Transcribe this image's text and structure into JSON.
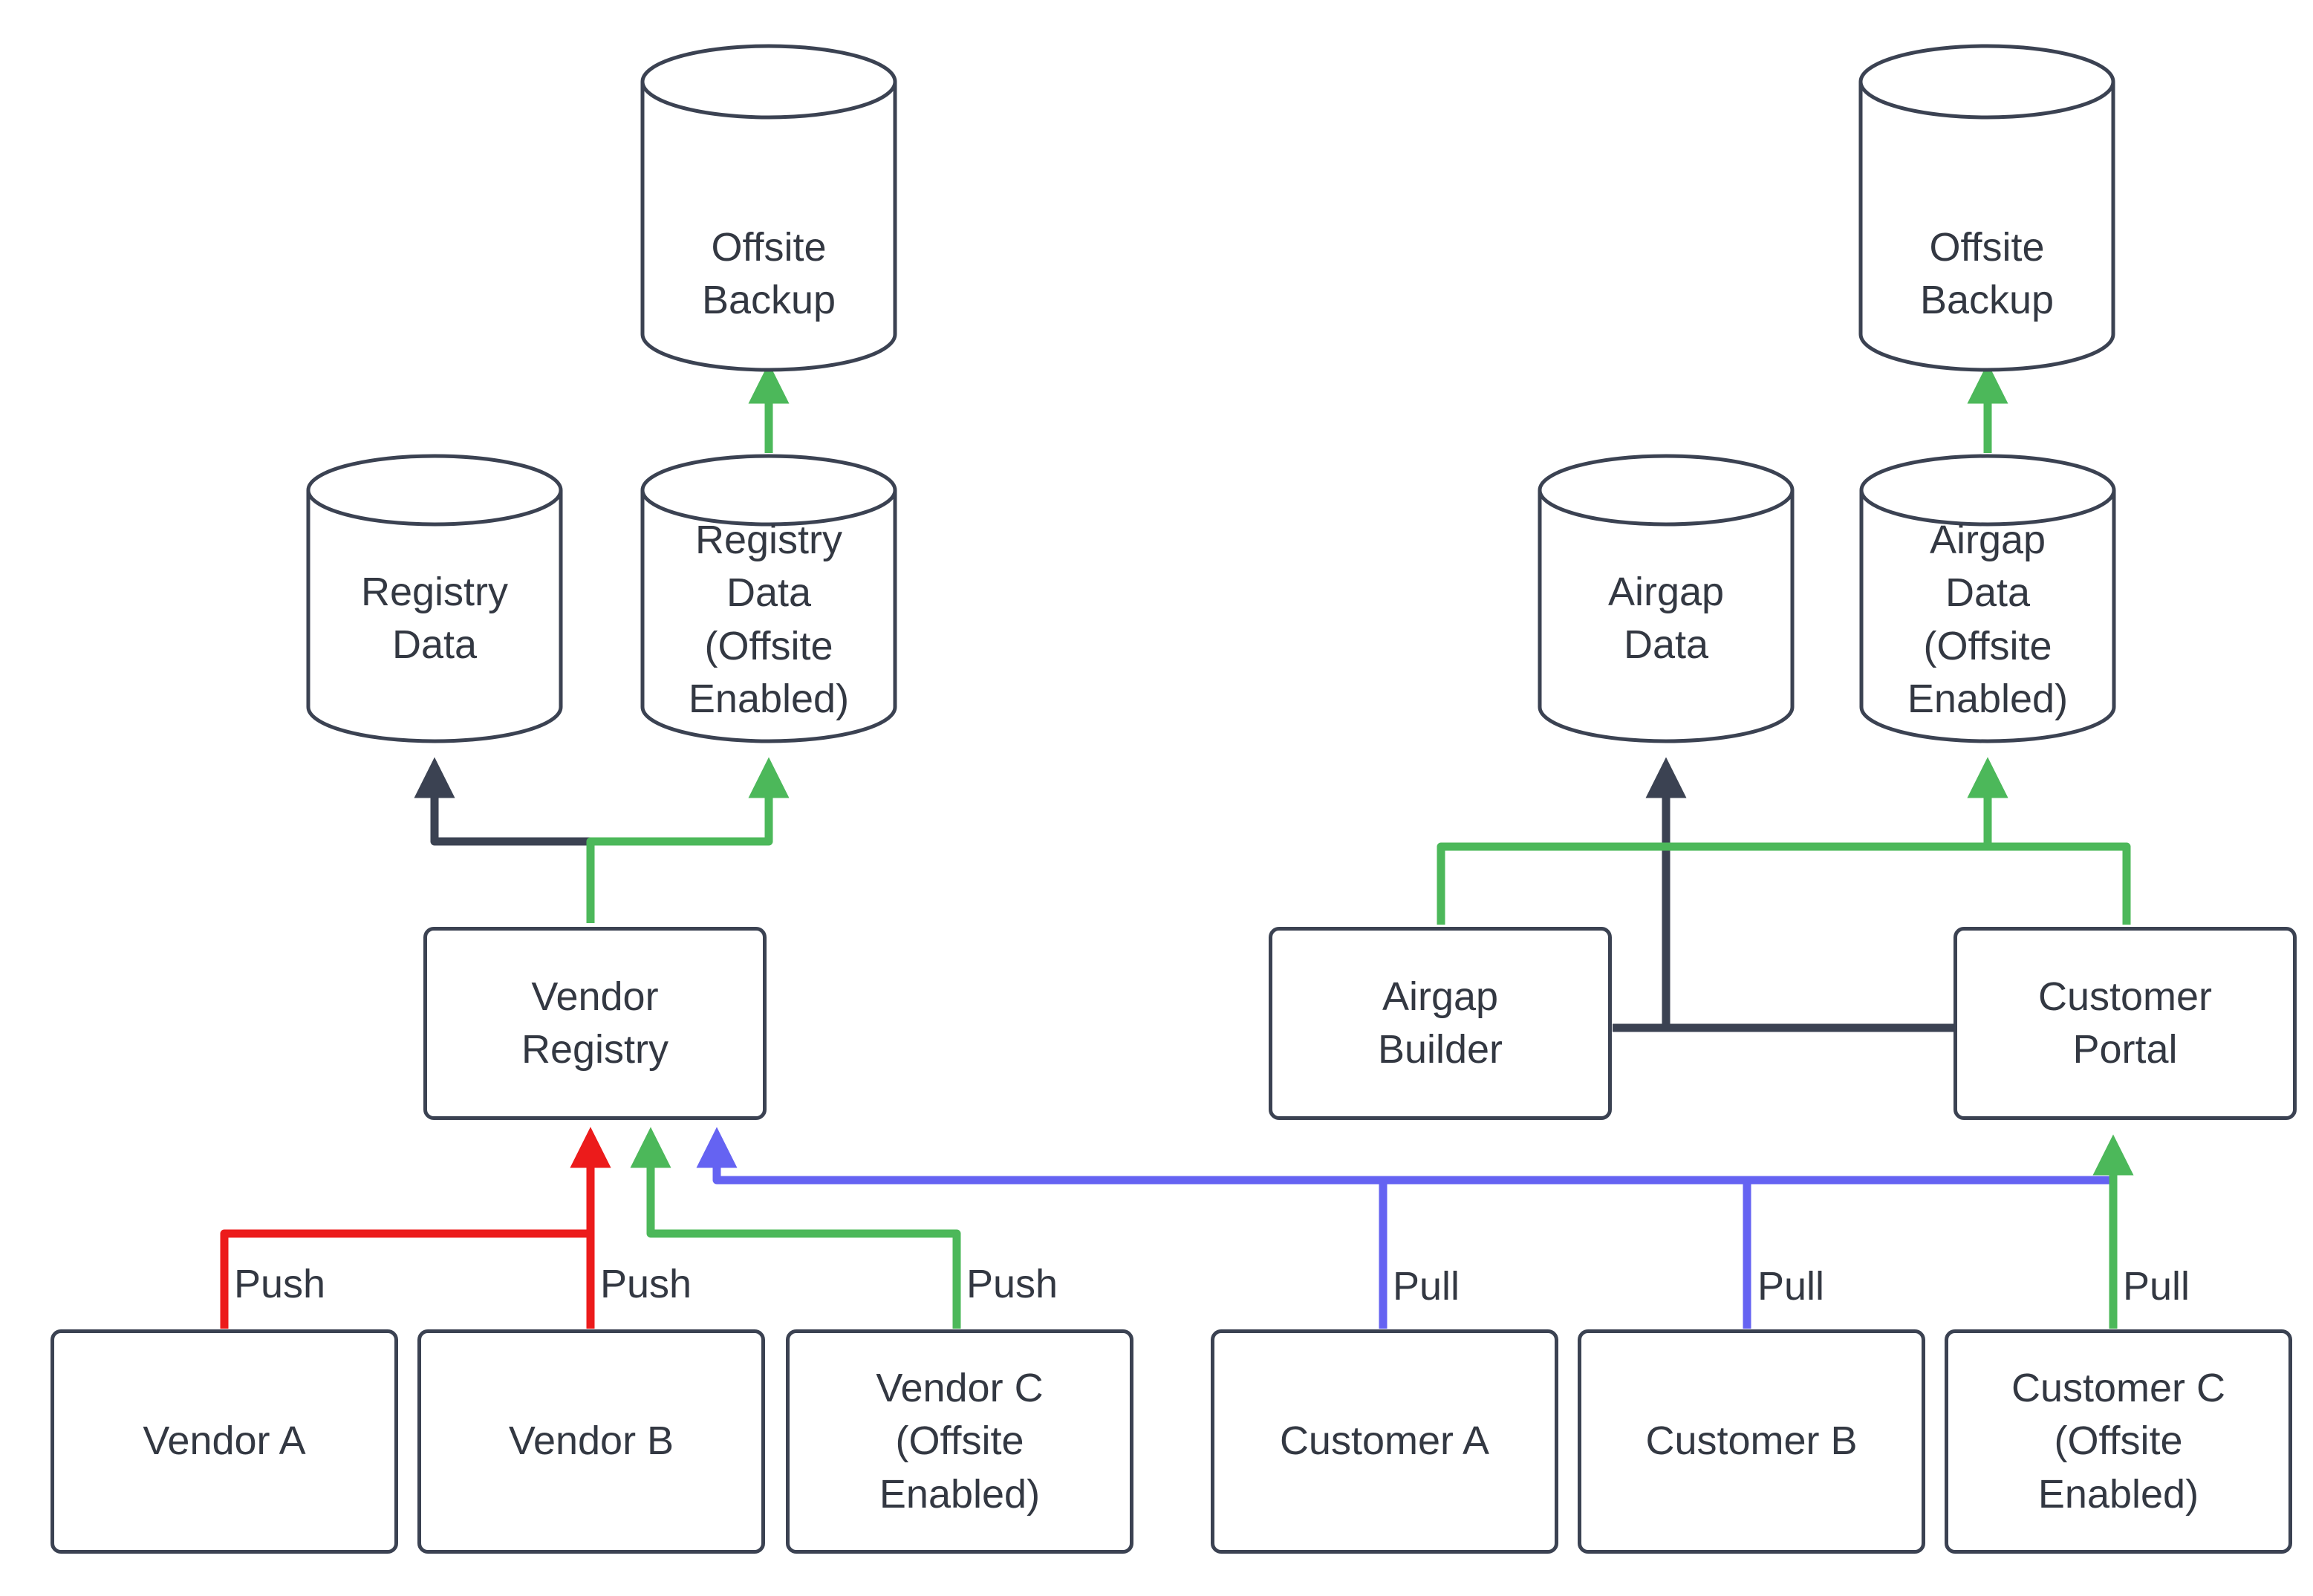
{
  "diagram": {
    "type": "flowchart",
    "direction": "bottom-to-top",
    "colors": {
      "node_stroke": "#3b4252",
      "node_fill": "#ffffff",
      "text": "#333842",
      "edge_default": "#3b4252",
      "edge_push_red": "#ec1b1b",
      "edge_offsite_green": "#4cb85a",
      "edge_pull_purple": "#6563f2",
      "background": "#ffffff"
    },
    "nodes": [
      {
        "id": "offsite-backup-left",
        "shape": "cylinder",
        "label": "Offsite\nBackup"
      },
      {
        "id": "offsite-backup-right",
        "shape": "cylinder",
        "label": "Offsite\nBackup"
      },
      {
        "id": "registry-data",
        "shape": "cylinder",
        "label": "Registry\nData"
      },
      {
        "id": "registry-data-offsite",
        "shape": "cylinder",
        "label": "Registry\nData\n(Offsite\nEnabled)"
      },
      {
        "id": "airgap-data",
        "shape": "cylinder",
        "label": "Airgap\nData"
      },
      {
        "id": "airgap-data-offsite",
        "shape": "cylinder",
        "label": "Airgap\nData\n(Offsite\nEnabled)"
      },
      {
        "id": "vendor-registry",
        "shape": "rect",
        "label": "Vendor\nRegistry"
      },
      {
        "id": "airgap-builder",
        "shape": "rect",
        "label": "Airgap\nBuilder"
      },
      {
        "id": "customer-portal",
        "shape": "rect",
        "label": "Customer\nPortal"
      },
      {
        "id": "vendor-a",
        "shape": "rect",
        "label": "Vendor A"
      },
      {
        "id": "vendor-b",
        "shape": "rect",
        "label": "Vendor B"
      },
      {
        "id": "vendor-c",
        "shape": "rect",
        "label": "Vendor C\n(Offsite\nEnabled)"
      },
      {
        "id": "customer-a",
        "shape": "rect",
        "label": "Customer A"
      },
      {
        "id": "customer-b",
        "shape": "rect",
        "label": "Customer B"
      },
      {
        "id": "customer-c",
        "shape": "rect",
        "label": "Customer C\n(Offsite\nEnabled)"
      }
    ],
    "edge_labels": [
      {
        "id": "push-vendor-a",
        "text": "Push"
      },
      {
        "id": "push-vendor-b",
        "text": "Push"
      },
      {
        "id": "push-vendor-c",
        "text": "Push"
      },
      {
        "id": "pull-customer-a",
        "text": "Pull"
      },
      {
        "id": "pull-customer-b",
        "text": "Pull"
      },
      {
        "id": "pull-customer-c",
        "text": "Pull"
      }
    ],
    "edges": [
      {
        "from": "registry-data-offsite",
        "to": "offsite-backup-left",
        "color": "#4cb85a",
        "label": ""
      },
      {
        "from": "airgap-data-offsite",
        "to": "offsite-backup-right",
        "color": "#4cb85a",
        "label": ""
      },
      {
        "from": "vendor-registry",
        "to": "registry-data",
        "color": "#3b4252",
        "label": ""
      },
      {
        "from": "vendor-registry",
        "to": "registry-data-offsite",
        "color": "#4cb85a",
        "label": ""
      },
      {
        "from": "customer-portal",
        "to": "airgap-data",
        "color": "#3b4252",
        "label": ""
      },
      {
        "from": "airgap-builder",
        "to": "airgap-data",
        "color": "#3b4252",
        "label": ""
      },
      {
        "from": "airgap-builder",
        "to": "airgap-data-offsite",
        "color": "#4cb85a",
        "label": ""
      },
      {
        "from": "customer-portal",
        "to": "airgap-data-offsite",
        "color": "#4cb85a",
        "label": ""
      },
      {
        "from": "vendor-a",
        "to": "vendor-registry",
        "color": "#ec1b1b",
        "label": "Push"
      },
      {
        "from": "vendor-b",
        "to": "vendor-registry",
        "color": "#ec1b1b",
        "label": "Push"
      },
      {
        "from": "vendor-c",
        "to": "vendor-registry",
        "color": "#4cb85a",
        "label": "Push"
      },
      {
        "from": "customer-a",
        "to": "vendor-registry",
        "color": "#6563f2",
        "label": "Pull"
      },
      {
        "from": "customer-b",
        "to": "vendor-registry",
        "color": "#6563f2",
        "label": "Pull"
      },
      {
        "from": "customer-c",
        "to": "customer-portal",
        "color": "#4cb85a",
        "label": "Pull"
      },
      {
        "from": "customer-c",
        "to": "vendor-registry",
        "color": "#6563f2",
        "label": "Pull"
      }
    ]
  }
}
